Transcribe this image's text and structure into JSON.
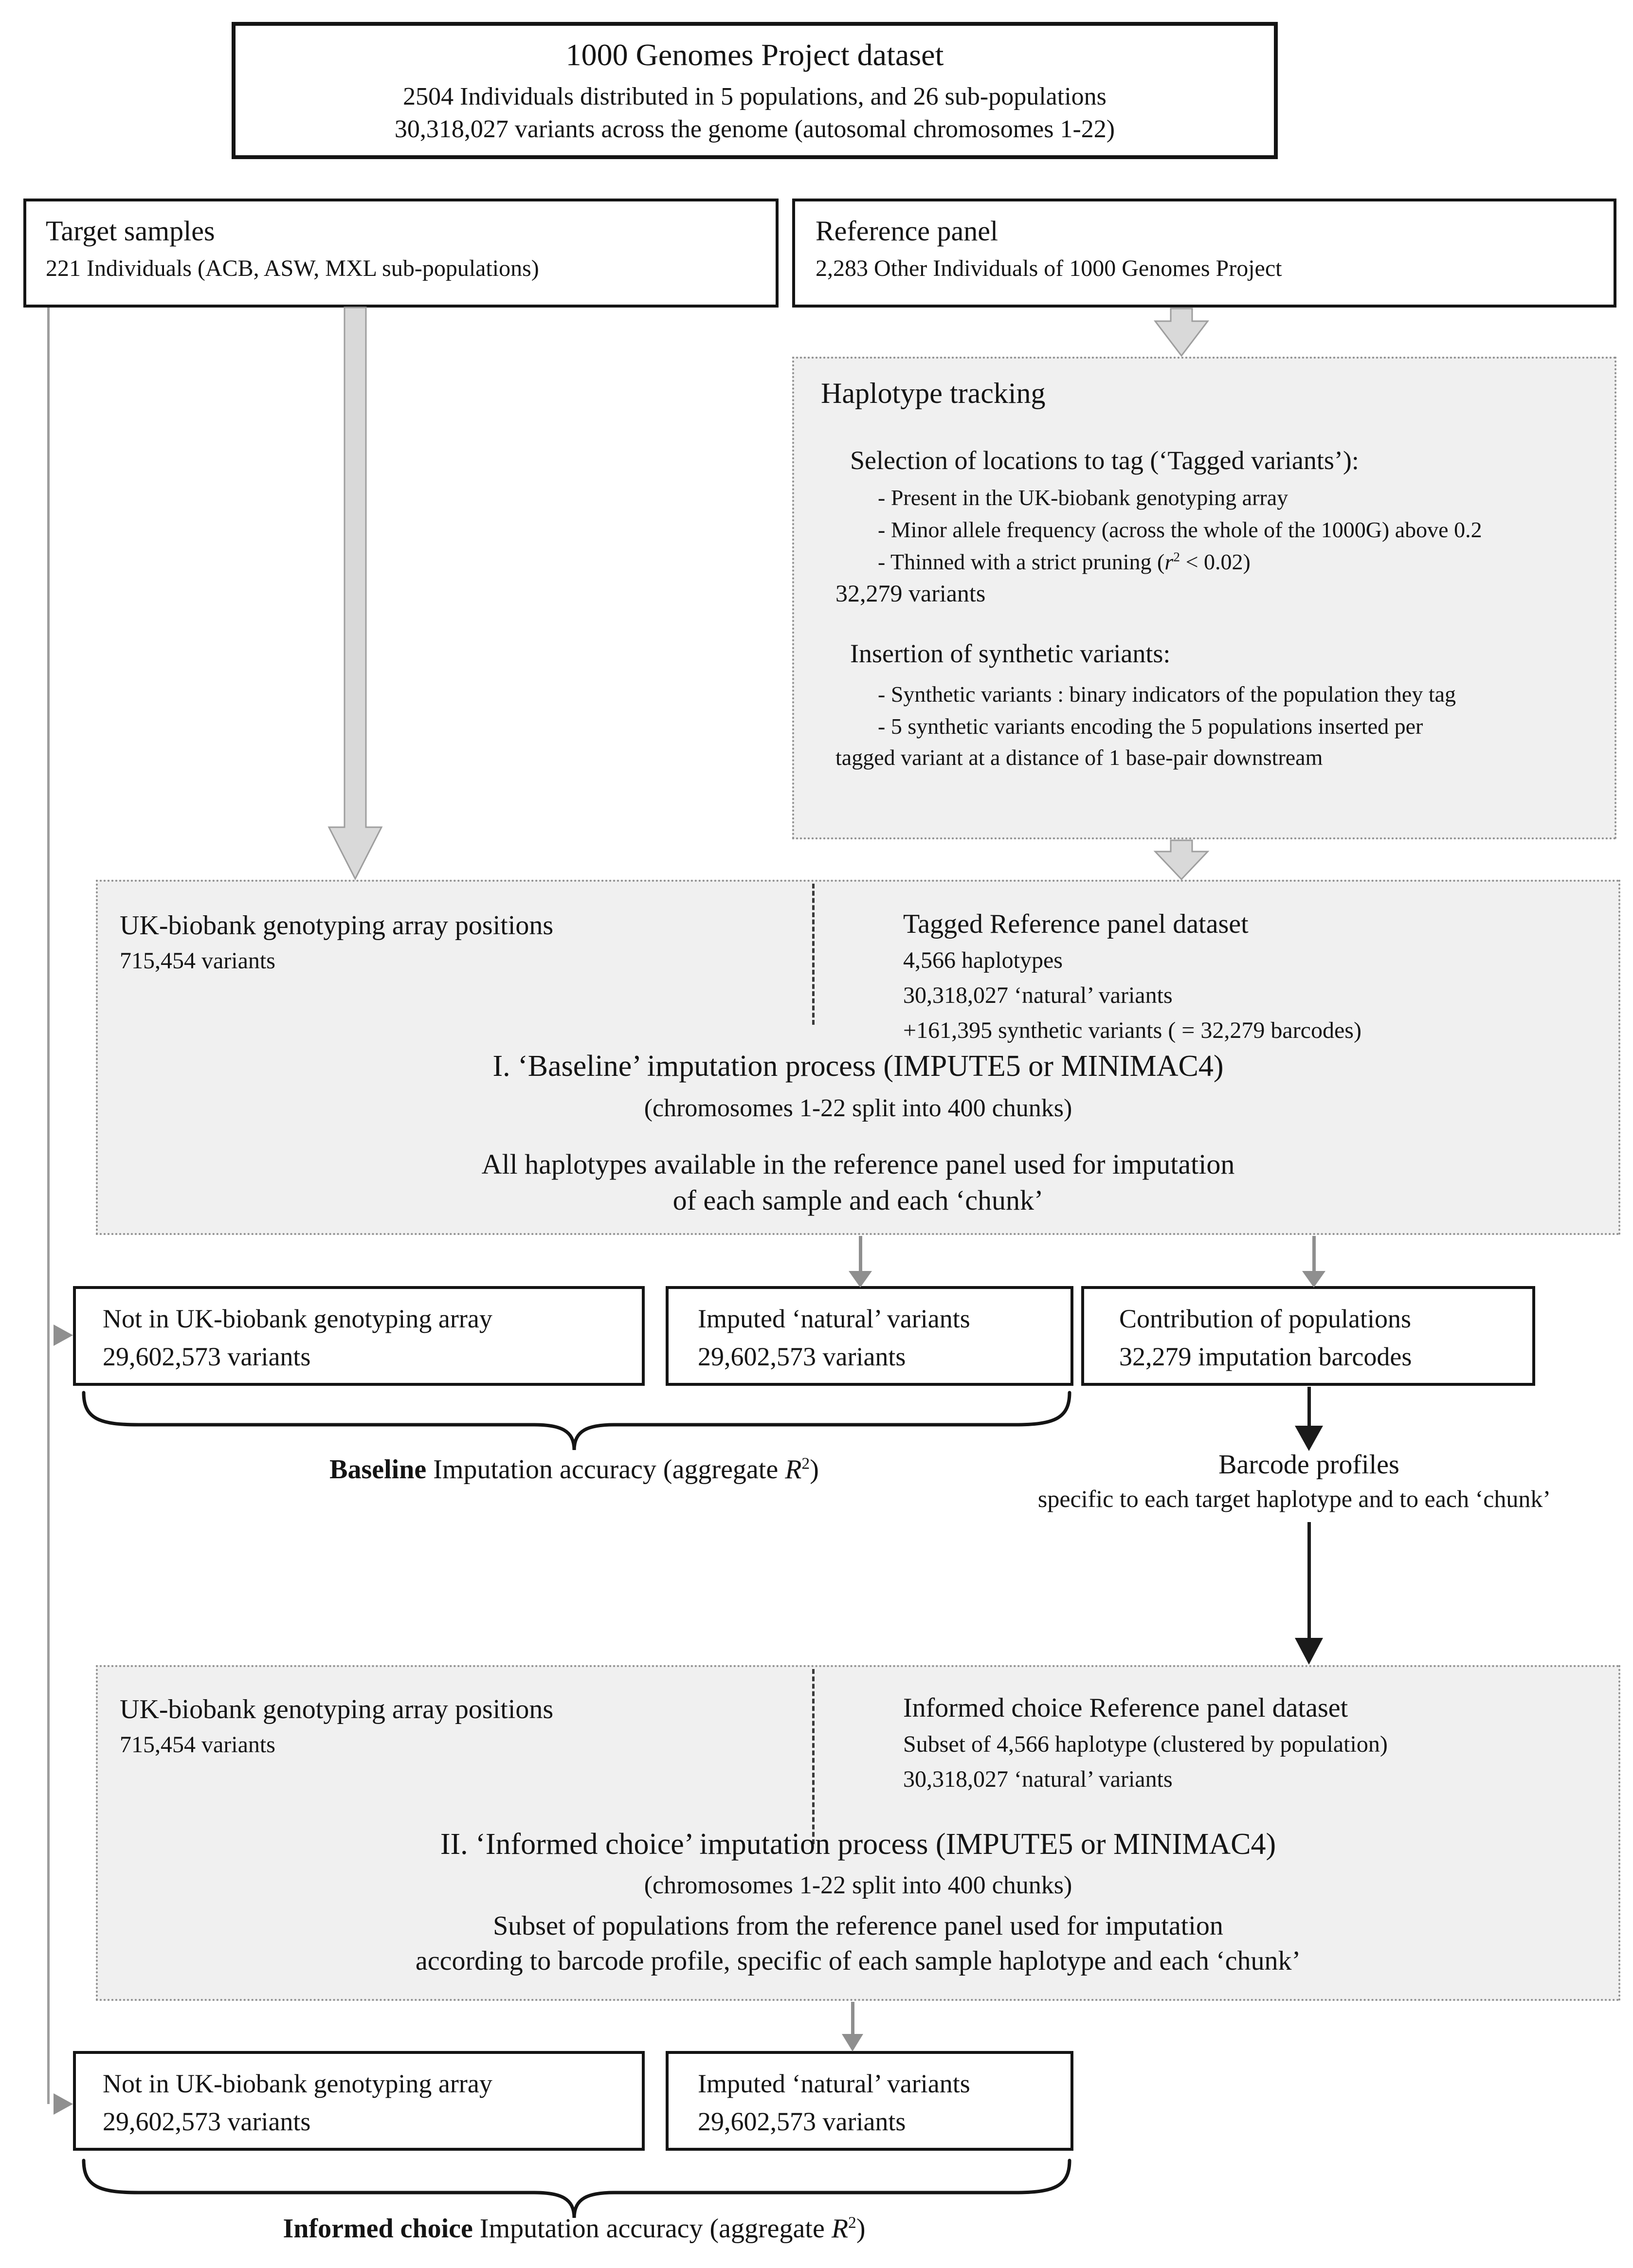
{
  "colors": {
    "panel_fill": "#f0f0f0",
    "box_border": "#141414",
    "arrow_gray": "#8f8f8f",
    "arrow_thick_fill": "#d9d9d9",
    "arrow_black": "#1a1a1a"
  },
  "top_box": {
    "title": "1000 Genomes Project dataset",
    "line1": "2504 Individuals distributed in 5 populations, and 26 sub-populations",
    "line2": "30,318,027 variants across the genome (autosomal chromosomes 1-22)"
  },
  "target_samples": {
    "title": "Target samples",
    "subtitle": "221 Individuals (ACB, ASW, MXL sub-populations)"
  },
  "reference_panel": {
    "title": "Reference panel",
    "subtitle": "2,283  Other Individuals of 1000 Genomes Project"
  },
  "haplotype_tracking": {
    "title": "Haplotype tracking",
    "selection_heading": "Selection of locations to tag (‘Tagged variants’):",
    "bullet1": "- Present in the UK-biobank genotyping array",
    "bullet2": "- Minor allele frequency (across the whole of the 1000G) above 0.2",
    "pruning_prefix": "- Thinned with a strict pruning (",
    "pruning_var": "r",
    "pruning_sup": "2",
    "pruning_suffix": " < 0.02)",
    "variants_count": "32,279 variants",
    "insertion_heading": "Insertion of synthetic variants:",
    "insertion_bullet1": "- Synthetic variants : binary indicators of the population they tag",
    "insertion_bullet2_line1": "- 5 synthetic variants encoding the 5 populations inserted per",
    "insertion_bullet2_line2": "tagged variant at a distance of 1 base-pair downstream"
  },
  "baseline_panel": {
    "array_title": "UK-biobank genotyping array positions",
    "array_subtitle": "715,454 variants",
    "ref_title": "Tagged Reference panel dataset",
    "ref_line1": "4,566 haplotypes",
    "ref_line2": "30,318,027 ‘natural’ variants",
    "ref_line3": "+161,395 synthetic variants ( = 32,279 barcodes)",
    "process_title": "I. ‘Baseline’ imputation process (IMPUTE5 or MINIMAC4)",
    "process_subtitle": "(chromosomes 1-22 split into 400 chunks)",
    "process_line1": "All haplotypes available in the reference panel used for imputation",
    "process_line2": "of each sample and each ‘chunk’"
  },
  "baseline_outputs": {
    "not_in_array": {
      "title": "Not in UK-biobank genotyping array",
      "subtitle": "29,602,573 variants"
    },
    "imputed": {
      "title": "Imputed ‘natural’ variants",
      "subtitle": "29,602,573 variants"
    },
    "contribution": {
      "title": "Contribution of populations",
      "subtitle": "32,279 imputation barcodes"
    }
  },
  "baseline_accuracy": {
    "bold": "Baseline",
    "text": " Imputation accuracy (aggregate ",
    "var": "R",
    "sup": "2",
    "suffix": ")"
  },
  "barcode_profiles": {
    "title": "Barcode profiles",
    "subtitle": "specific to each target haplotype and to each ‘chunk’"
  },
  "informed_panel": {
    "array_title": "UK-biobank genotyping array positions",
    "array_subtitle": "715,454 variants",
    "ref_title": "Informed choice Reference panel dataset",
    "ref_line1": "Subset of 4,566 haplotype (clustered by population)",
    "ref_line2": "30,318,027 ‘natural’ variants",
    "process_title": "II. ‘Informed choice’ imputation process (IMPUTE5 or MINIMAC4)",
    "process_subtitle": "(chromosomes 1-22 split into 400 chunks)",
    "process_line1": "Subset of populations from the reference panel used for imputation",
    "process_line2": "according to barcode profile, specific of each sample haplotype and each ‘chunk’"
  },
  "informed_outputs": {
    "not_in_array": {
      "title": "Not in UK-biobank genotyping array",
      "subtitle": "29,602,573 variants"
    },
    "imputed": {
      "title": "Imputed ‘natural’ variants",
      "subtitle": "29,602,573 variants"
    }
  },
  "informed_accuracy": {
    "bold": "Informed choice",
    "text": " Imputation accuracy (aggregate ",
    "var": "R",
    "sup": "2",
    "suffix": ")"
  }
}
